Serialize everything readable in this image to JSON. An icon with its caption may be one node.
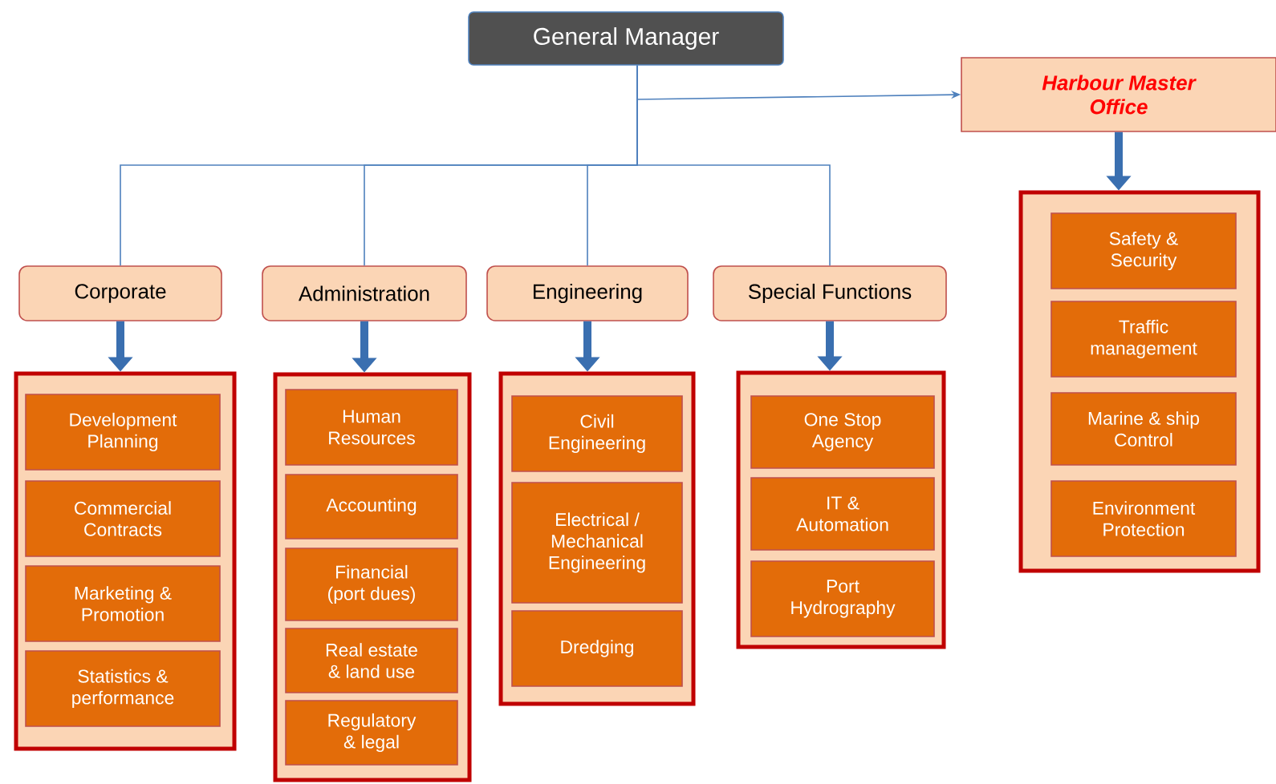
{
  "diagram": {
    "nodes": [
      {
        "text": [
          "General Manager"
        ]
      },
      {
        "text": [
          "Harbour Master Office"
        ]
      },
      {
        "text": [
          "Corporate"
        ]
      },
      {
        "text": [
          "Administration"
        ]
      },
      {
        "text": [
          "Engineering"
        ]
      },
      {
        "text": [
          "Special Functions"
        ]
      },
      {
        "text": [],
        "shape": "box"
      },
      {
        "text": [
          "Development Planning"
        ],
        "in": 6
      },
      {
        "text": [
          "Commercial Contracts"
        ],
        "in": 6
      },
      {
        "text": [
          "Marketing & Promotion"
        ],
        "in": 6
      },
      {
        "text": [
          "Statistics & performance"
        ],
        "in": 6
      },
      {
        "text": [],
        "shape": "box"
      },
      {
        "text": [
          "Human Resources"
        ],
        "in": 11
      },
      {
        "text": [
          "Accounting"
        ],
        "in": 11
      },
      {
        "text": [
          "Financial (port dues)"
        ],
        "in": 11
      },
      {
        "text": [
          "Real estate & land use"
        ],
        "in": 11
      },
      {
        "text": [
          "Regulatory & legal"
        ],
        "in": 11
      },
      {
        "text": [],
        "shape": "box"
      },
      {
        "text": [
          "Civil Engineering"
        ],
        "in": 17
      },
      {
        "text": [
          "Electrical / Mechanical Engineering"
        ],
        "in": 17
      },
      {
        "text": [
          "Dredging"
        ],
        "in": 17
      },
      {
        "text": [],
        "shape": "box"
      },
      {
        "text": [
          "One Stop Agency"
        ],
        "in": 21
      },
      {
        "text": [
          "IT & Automation"
        ],
        "in": 21
      },
      {
        "text": [
          "Port Hydrography"
        ],
        "in": 21
      },
      {
        "text": [],
        "shape": "box"
      },
      {
        "text": [
          "Safety & Security"
        ],
        "in": 25
      },
      {
        "text": [
          "Traffic management"
        ],
        "in": 25
      },
      {
        "text": [
          "Marine & ship Control"
        ],
        "in": 25
      },
      {
        "text": [
          "Environment Protection"
        ],
        "in": 25
      }
    ],
    "edges": [
      {
        "from": 0,
        "to": 1,
        "arrow": "to"
      },
      {
        "from": 0,
        "to": 2,
        "arrow": "none"
      },
      {
        "from": 0,
        "to": 3,
        "arrow": "none"
      },
      {
        "from": 0,
        "to": 4,
        "arrow": "none"
      },
      {
        "from": 0,
        "to": 5,
        "arrow": "none"
      },
      {
        "from": 2,
        "to": 6,
        "arrow": "to",
        "style": "thick",
        "color": "#3a6fb0"
      },
      {
        "from": 3,
        "to": 11,
        "arrow": "to",
        "style": "thick",
        "color": "#3a6fb0"
      },
      {
        "from": 4,
        "to": 17,
        "arrow": "to",
        "style": "thick",
        "color": "#3a6fb0"
      },
      {
        "from": 5,
        "to": 21,
        "arrow": "to",
        "style": "thick",
        "color": "#3a6fb0"
      },
      {
        "from": 1,
        "to": 25,
        "arrow": "to",
        "style": "thick",
        "color": "#3a6fb0"
      }
    ]
  }
}
